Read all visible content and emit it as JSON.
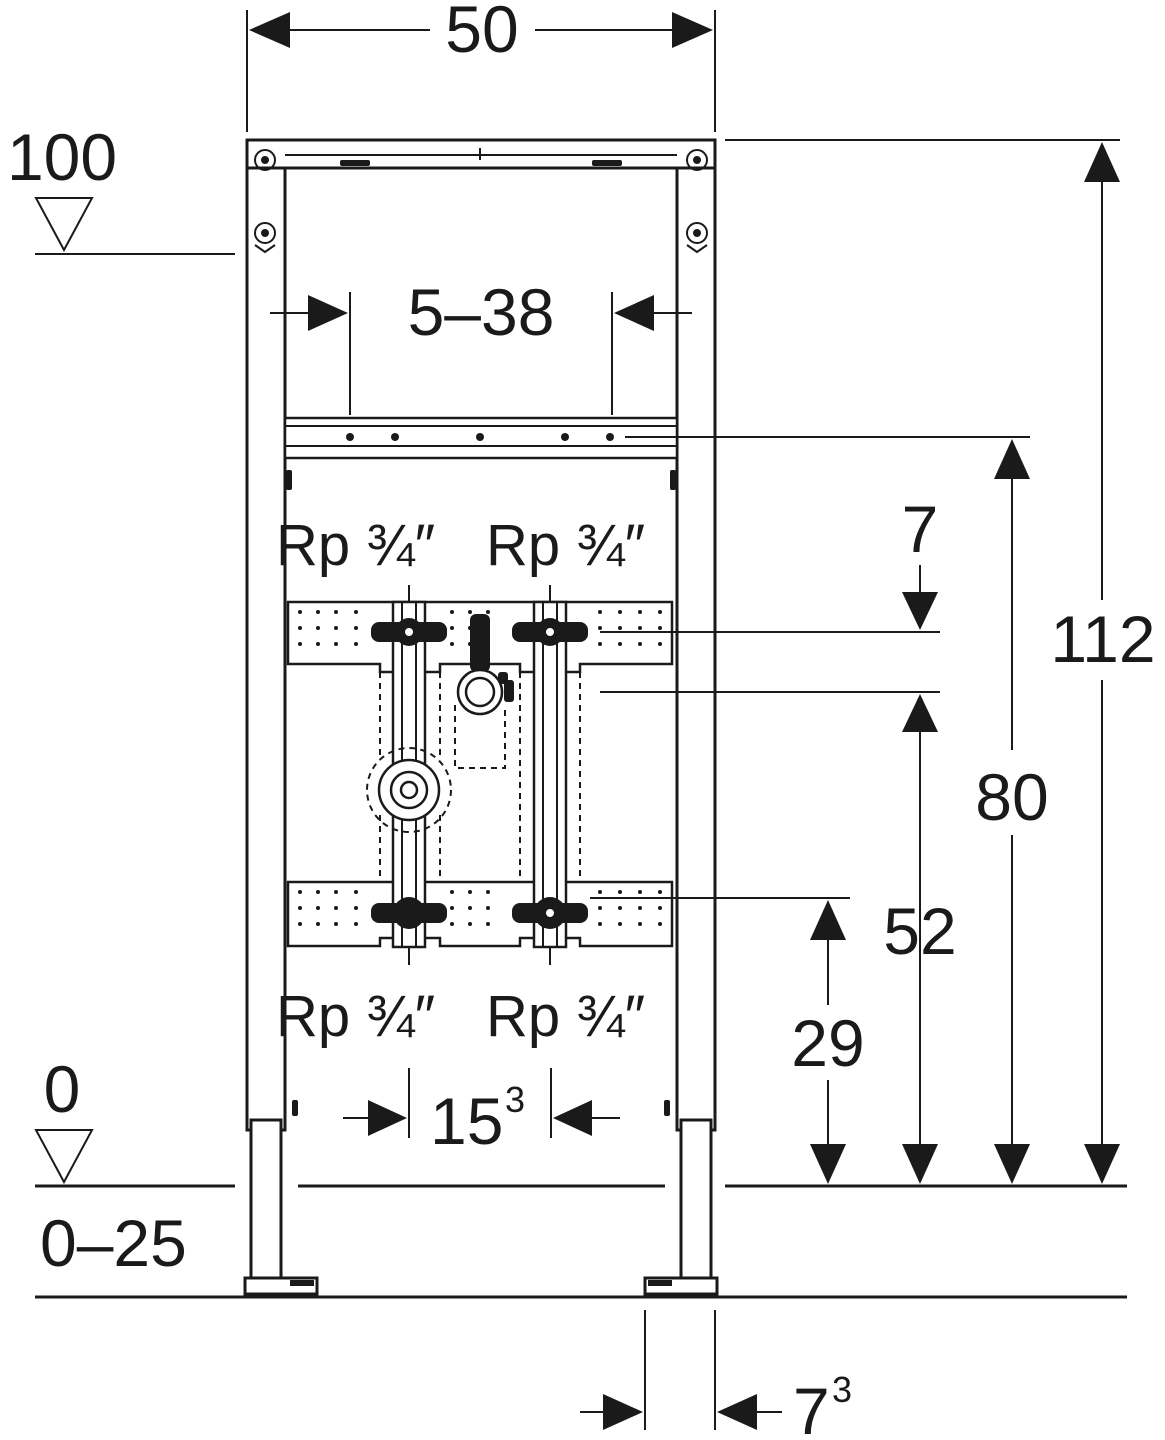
{
  "dimensions": {
    "total_width": "50",
    "level_top": "100",
    "bracket_range": "5–38",
    "total_height": "112",
    "height_80": "80",
    "offset_7": "7",
    "height_52": "52",
    "height_29": "29",
    "spacing_base": "15",
    "spacing_sup": "3",
    "level_zero": "0",
    "adjust_range": "0–25",
    "foot_offset_base": "7",
    "foot_offset_sup": "3"
  },
  "connections": {
    "top_left": "Rp ¾″",
    "top_right": "Rp ¾″",
    "bottom_left": "Rp ¾″",
    "bottom_right": "Rp ¾″"
  }
}
